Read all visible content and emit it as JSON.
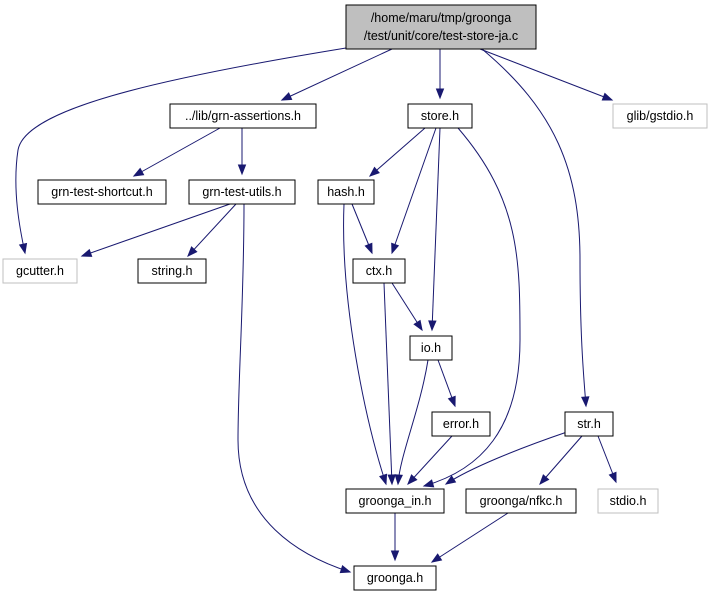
{
  "colors": {
    "edge": "#191970",
    "root_fill": "#bfbfbf",
    "external_border": "#bfbfbf",
    "node_border": "#000000"
  },
  "nodes": {
    "root": {
      "lines": [
        "/home/maru/tmp/groonga",
        "/test/unit/core/test-store-ja.c"
      ]
    },
    "grn_assertions": {
      "label": "../lib/grn-assertions.h"
    },
    "store": {
      "label": "store.h"
    },
    "glib_gstdio": {
      "label": "glib/gstdio.h"
    },
    "grn_test_shortcut": {
      "label": "grn-test-shortcut.h"
    },
    "grn_test_utils": {
      "label": "grn-test-utils.h"
    },
    "hash": {
      "label": "hash.h"
    },
    "gcutter": {
      "label": "gcutter.h"
    },
    "string": {
      "label": "string.h"
    },
    "ctx": {
      "label": "ctx.h"
    },
    "io": {
      "label": "io.h"
    },
    "error": {
      "label": "error.h"
    },
    "str": {
      "label": "str.h"
    },
    "groonga_in": {
      "label": "groonga_in.h"
    },
    "groonga_nfkc": {
      "label": "groonga/nfkc.h"
    },
    "stdio": {
      "label": "stdio.h"
    },
    "groonga": {
      "label": "groonga.h"
    }
  },
  "edges": [
    [
      "root",
      "grn_assertions"
    ],
    [
      "root",
      "store"
    ],
    [
      "root",
      "glib_gstdio"
    ],
    [
      "root",
      "gcutter"
    ],
    [
      "root",
      "str"
    ],
    [
      "grn_assertions",
      "grn_test_shortcut"
    ],
    [
      "grn_assertions",
      "grn_test_utils"
    ],
    [
      "grn_test_utils",
      "gcutter"
    ],
    [
      "grn_test_utils",
      "string"
    ],
    [
      "grn_test_utils",
      "groonga"
    ],
    [
      "store",
      "hash"
    ],
    [
      "store",
      "ctx"
    ],
    [
      "store",
      "io"
    ],
    [
      "store",
      "groonga_in"
    ],
    [
      "hash",
      "ctx"
    ],
    [
      "hash",
      "groonga_in"
    ],
    [
      "ctx",
      "io"
    ],
    [
      "ctx",
      "groonga_in"
    ],
    [
      "io",
      "error"
    ],
    [
      "io",
      "groonga_in"
    ],
    [
      "error",
      "groonga_in"
    ],
    [
      "str",
      "groonga_in"
    ],
    [
      "str",
      "groonga_nfkc"
    ],
    [
      "str",
      "stdio"
    ],
    [
      "groonga_in",
      "groonga"
    ],
    [
      "groonga_nfkc",
      "groonga"
    ]
  ]
}
